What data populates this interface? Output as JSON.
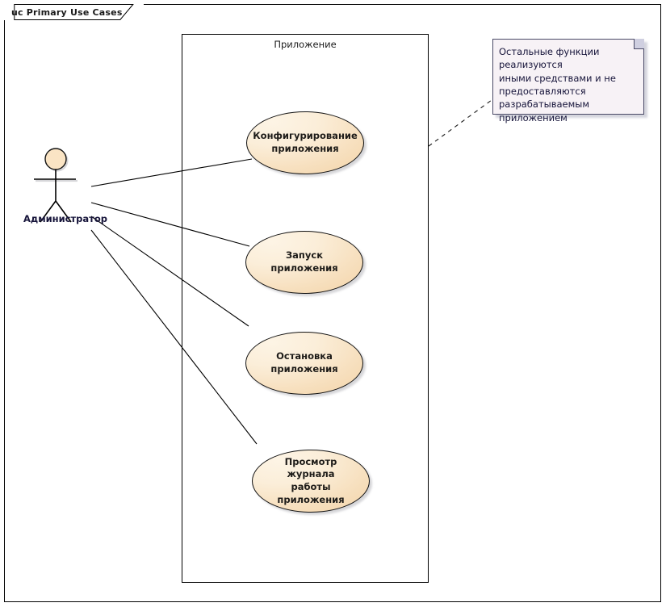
{
  "frame": {
    "title": "uc Primary Use Cases"
  },
  "system_boundary": {
    "label": "Приложение"
  },
  "actor": {
    "name": "Администратор",
    "icon": "stick-figure-actor-icon"
  },
  "use_cases": [
    {
      "id": "configure-application",
      "label": "Конфигурирование\nприложения"
    },
    {
      "id": "start-application",
      "label": "Запуск приложения"
    },
    {
      "id": "stop-application",
      "label": "Остановка\nприложения"
    },
    {
      "id": "view-application-log",
      "label": "Просмотр журнала\nработы приложения"
    }
  ],
  "note": {
    "text": "Остальные функции реализуются\nиными средствами и не\nпредоставляются\nразрабатываемым приложением"
  },
  "colors": {
    "use_case_fill_light": "#fdf4e5",
    "use_case_fill_dark": "#f2d2a5",
    "use_case_stroke": "#121212",
    "note_fill": "#f7f2f6",
    "note_stroke": "#4a4a66",
    "note_fold": "#cfcfe0",
    "text_dark": "#16143a",
    "line_stroke": "#000000",
    "background": "#ffffff"
  }
}
